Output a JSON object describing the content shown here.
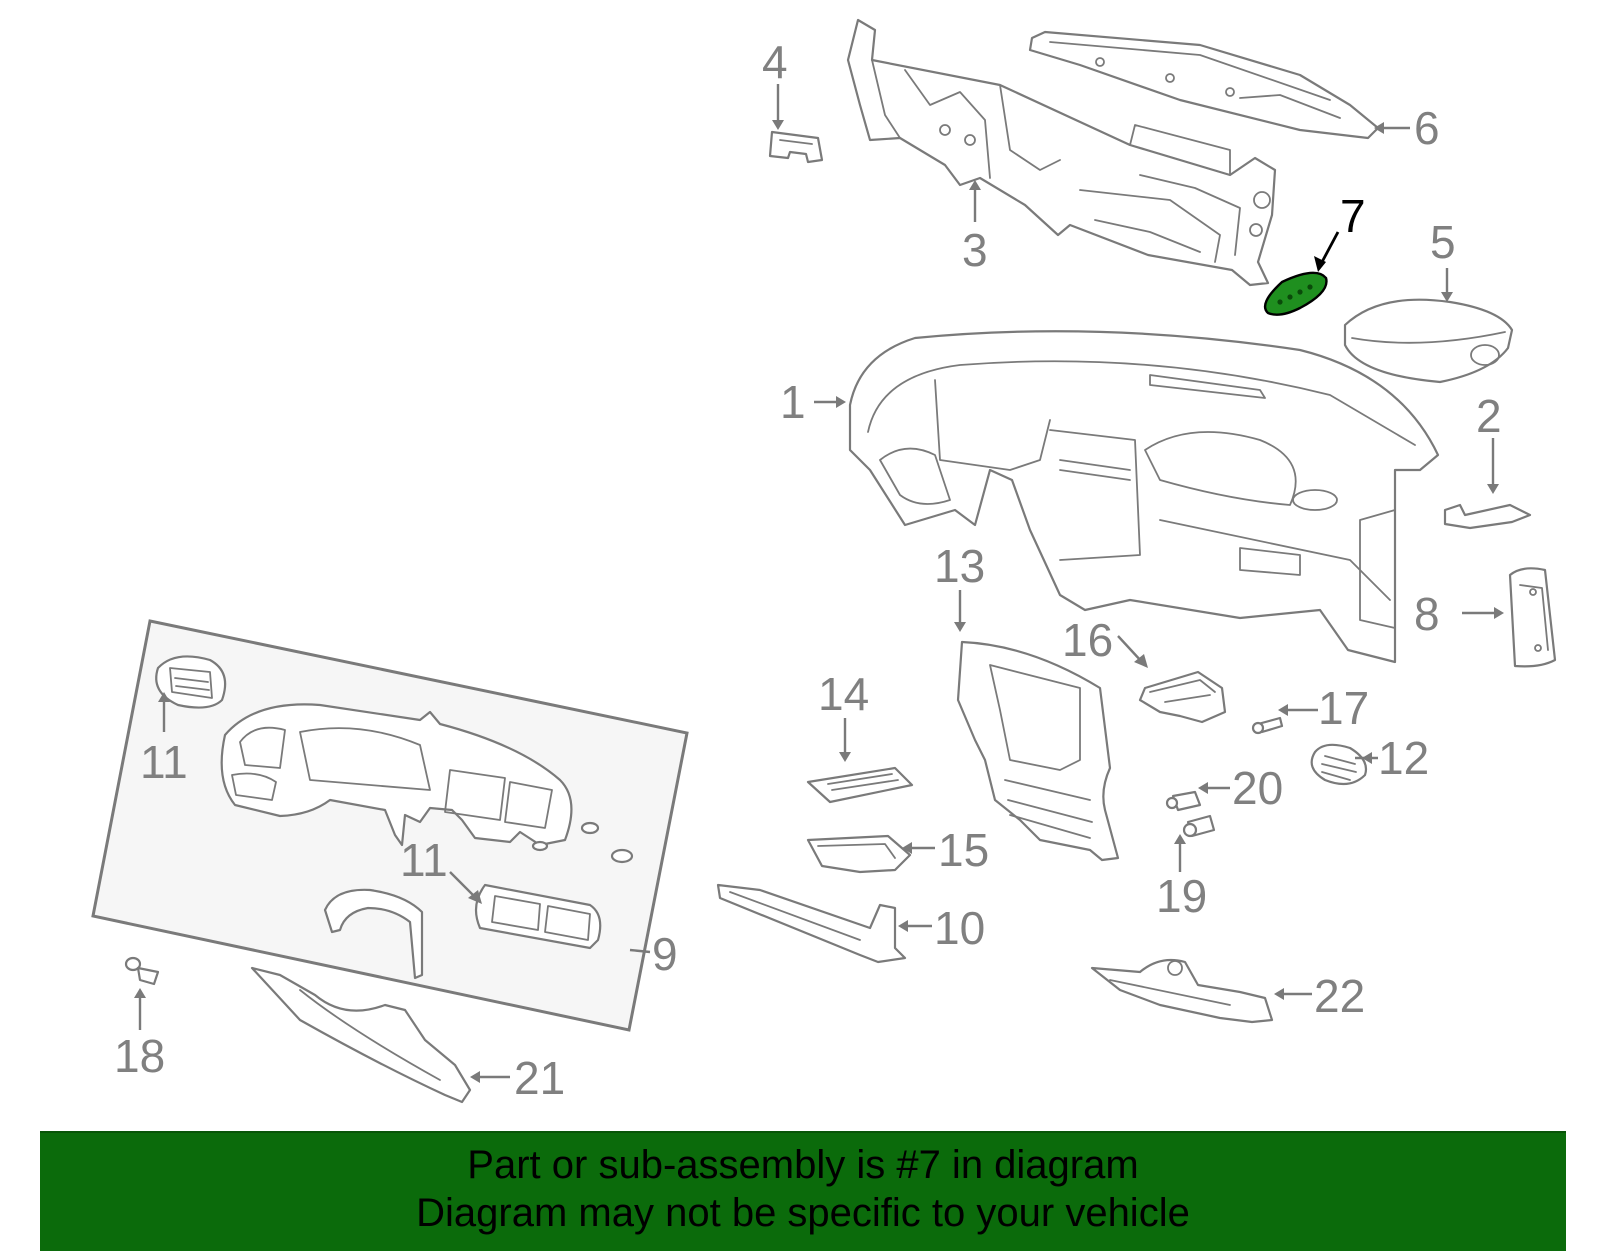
{
  "banner": {
    "line1": "Part or sub-assembly is #7 in diagram",
    "line2": "Diagram may not be specific to your vehicle"
  },
  "colors": {
    "banner_green": "#0b6b0b",
    "highlight_green": "#1f8f1f",
    "outline_gray": "#7a7a7a",
    "label_gray": "#808080",
    "highlight_label": "#000000"
  },
  "highlighted_part": "7",
  "callouts": {
    "c1": "1",
    "c2": "2",
    "c3": "3",
    "c4": "4",
    "c5": "5",
    "c6": "6",
    "c7": "7",
    "c8": "8",
    "c9": "9",
    "c10": "10",
    "c11a": "11",
    "c11b": "11",
    "c12": "12",
    "c13": "13",
    "c14": "14",
    "c15": "15",
    "c16": "16",
    "c17": "17",
    "c18": "18",
    "c19": "19",
    "c20": "20",
    "c21": "21",
    "c22": "22"
  }
}
